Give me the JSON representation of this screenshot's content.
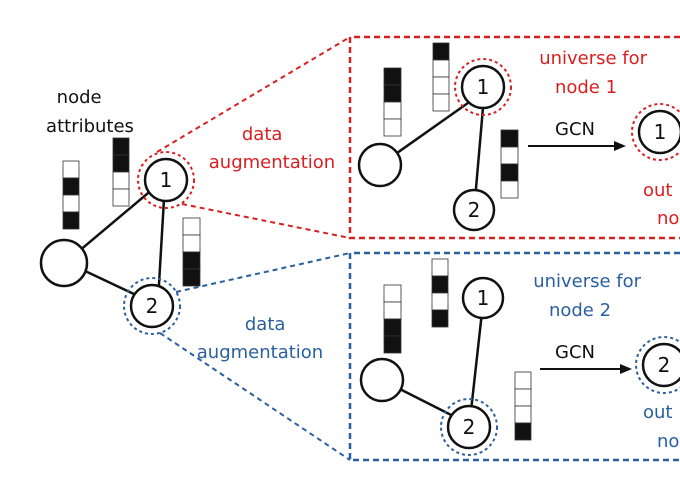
{
  "colors": {
    "red": "#d92020",
    "blue": "#2a5fa0",
    "black": "#111111"
  },
  "labels": {
    "node_attributes": [
      "node",
      "attributes"
    ],
    "data_aug_red": [
      "data",
      "augmentation"
    ],
    "data_aug_blue": [
      "data",
      "augmentation"
    ],
    "universe_1": [
      "universe for",
      "node 1"
    ],
    "universe_2": [
      "universe for",
      "node 2"
    ],
    "gcn_top": "GCN",
    "gcn_bottom": "GCN",
    "out_top": [
      "out",
      "no"
    ],
    "out_bottom": [
      "out",
      "no"
    ]
  },
  "nodes": {
    "one": "1",
    "two": "2"
  }
}
